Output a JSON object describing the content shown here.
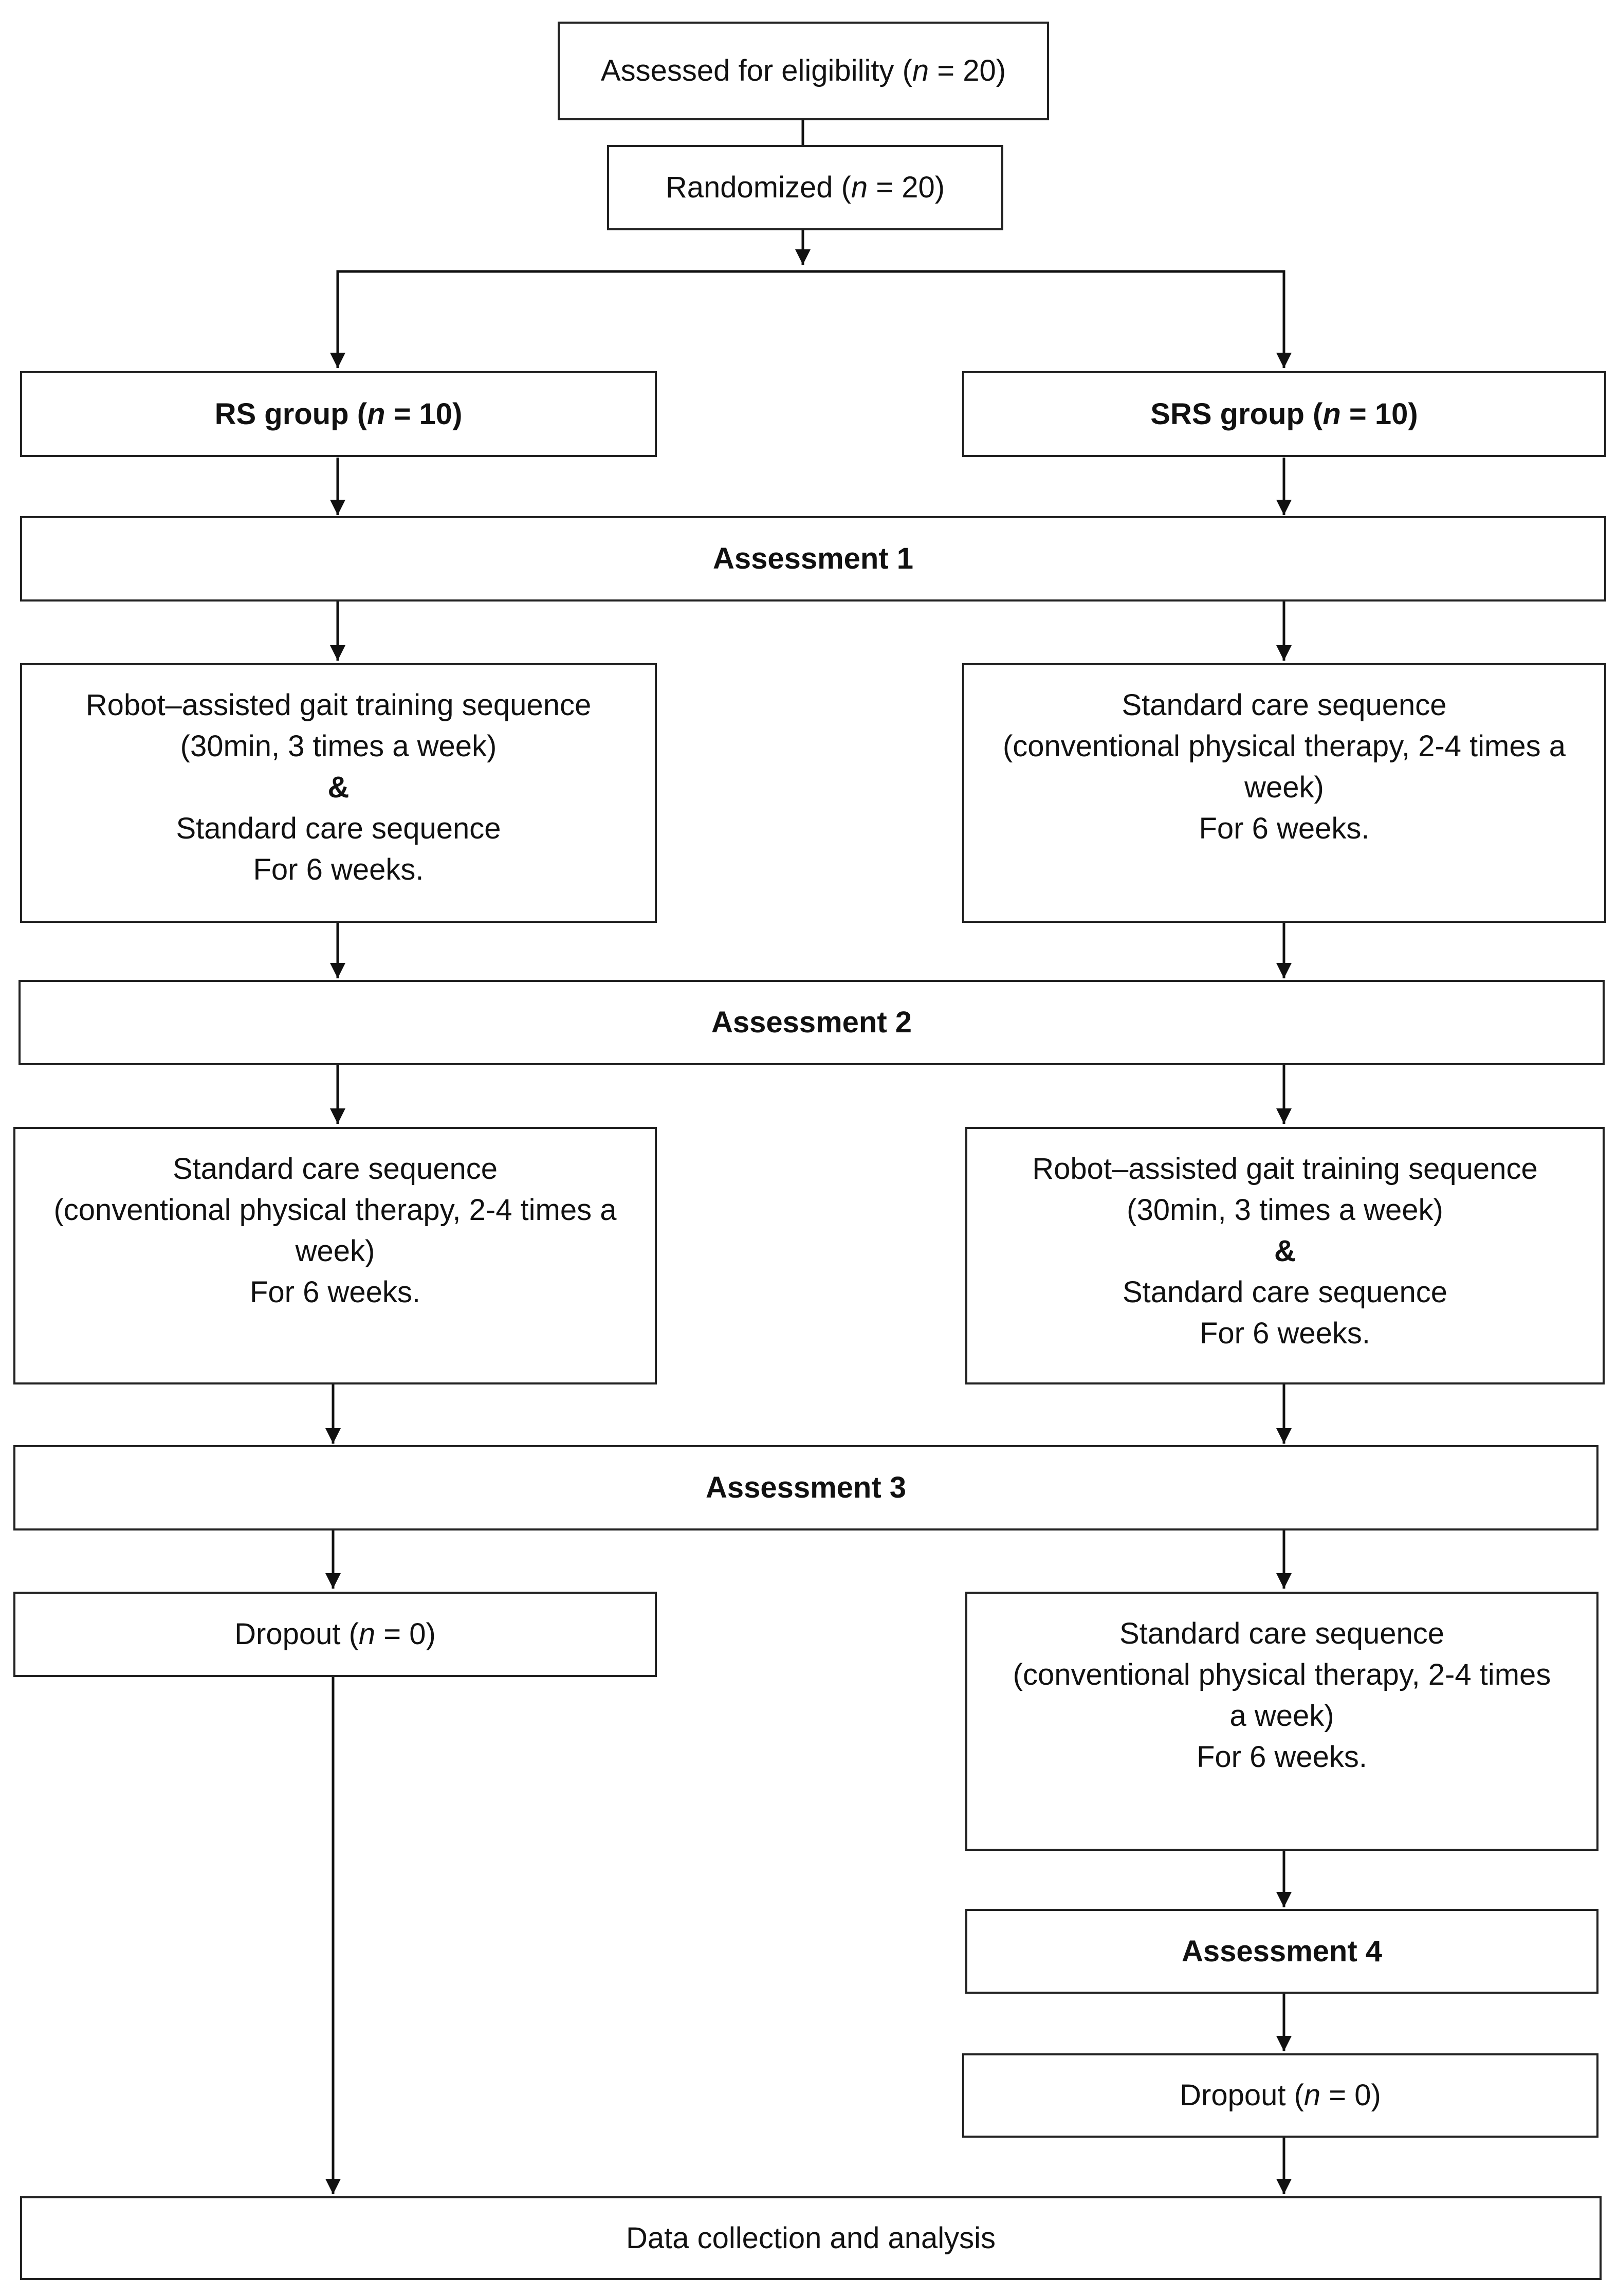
{
  "assessed": {
    "pre": "Assessed for eligibility (",
    "n_label": "n",
    "post": " = 20)"
  },
  "randomized": {
    "pre": "Randomized (",
    "n_label": "n",
    "post": " = 20)"
  },
  "rs_group": {
    "pre": "RS group (",
    "n_label": "n",
    "post": " = 10)"
  },
  "srs_group": {
    "pre": "SRS group (",
    "n_label": "n",
    "post": " = 10)"
  },
  "assessment1": "Assessment 1",
  "assessment2": "Assessment 2",
  "assessment3": "Assessment 3",
  "assessment4": "Assessment 4",
  "robot_block": {
    "line1": "Robot–assisted gait training sequence",
    "line2": "(30min, 3 times a week)",
    "amp": "&",
    "line3": "Standard care sequence",
    "line4": "For 6 weeks."
  },
  "standard_block": {
    "line1": "Standard care sequence",
    "line2": "(conventional physical therapy, 2-4 times a",
    "line3": "week)",
    "line4": "For 6 weeks."
  },
  "standard_block_final": {
    "line1": "Standard care sequence",
    "line2": "(conventional physical therapy, 2-4 times",
    "line3": "a week)",
    "line4": "For 6 weeks."
  },
  "dropout_left": {
    "pre": "Dropout (",
    "n_label": "n",
    "post": " = 0)"
  },
  "dropout_right": {
    "pre": "Dropout (",
    "n_label": "n",
    "post": " = 0)"
  },
  "data_collection": "Data collection and analysis"
}
